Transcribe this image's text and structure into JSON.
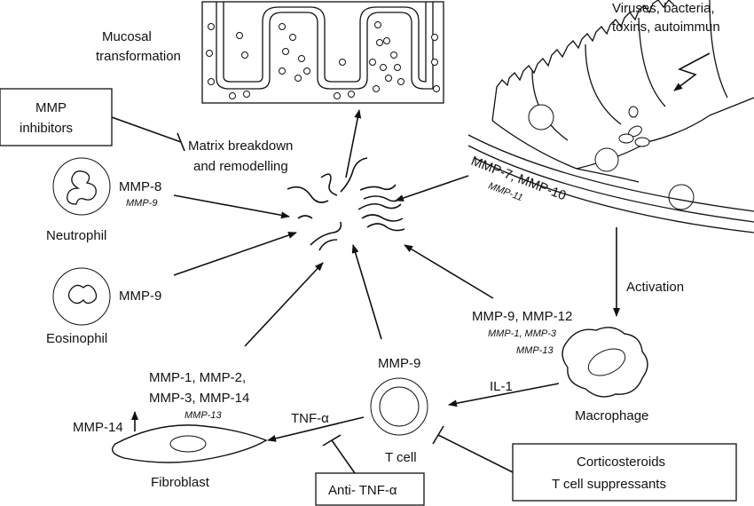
{
  "mucosa": {
    "label_line1": "Mucosal",
    "label_line2": "transformation"
  },
  "epithelium": {
    "insult_line1": "Viruses, bacteria,",
    "insult_line2": "toxins, autoimmun",
    "mmp_main": "MMP-7, MMP-10",
    "mmp_minor": "MMP-11"
  },
  "matrix": {
    "label_line1": "Matrix breakdown",
    "label_line2": "and remodelling"
  },
  "inhibitors": {
    "line1": "MMP",
    "line2": "inhibitors"
  },
  "neutrophil": {
    "name": "Neutrophil",
    "mmp_main": "MMP-8",
    "mmp_minor": "MMP-9"
  },
  "eosinophil": {
    "name": "Eosinophil",
    "mmp_main": "MMP-9"
  },
  "macrophage": {
    "name": "Macrophage",
    "activation": "Activation",
    "mmp_main": "MMP-9, MMP-12",
    "mmp_minor_line1": "MMP-1, MMP-3",
    "mmp_minor_line2": "MMP-13",
    "signal": "IL-1"
  },
  "tcell": {
    "name": "T cell",
    "mmp_main": "MMP-9",
    "signal": "TNF-α"
  },
  "fibroblast": {
    "name": "Fibroblast",
    "mmp_line1": "MMP-1, MMP-2,",
    "mmp_line2": "MMP-3, MMP-14",
    "mmp_minor": "MMP-13",
    "membrane_mmp": "MMP-14"
  },
  "anti_tnf": {
    "label": "Anti- TNF-α"
  },
  "corticosteroids": {
    "line1": "Corticosteroids",
    "line2": "T cell suppressants"
  },
  "colors": {
    "ink": "#111111",
    "background": "#ffffff"
  }
}
